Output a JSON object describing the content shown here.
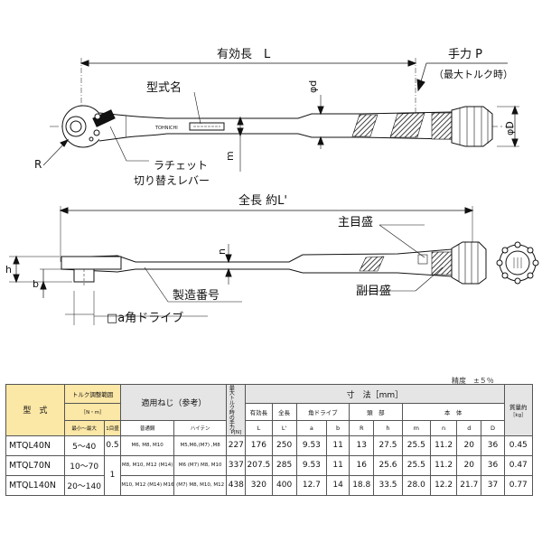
{
  "labels": {
    "effective_length": "有効長　L",
    "hand_force": "手力 P",
    "max_torque_note": "（最大トルク時）",
    "model_name": "型式名",
    "phi_d": "φd",
    "phi_D": "φD",
    "m": "m",
    "R": "R",
    "ratchet_lever_1": "ラチェット",
    "ratchet_lever_2": "切り替えレバー",
    "total_length": "全長 約L'",
    "n": "n",
    "main_scale": "主目盛",
    "sub_scale": "副目盛",
    "serial_number": "製造番号",
    "square_drive": "□a角ドライブ",
    "h": "h",
    "b": "b",
    "tool_marking": "TOHNICHI"
  },
  "precision": "精度　±５％",
  "table": {
    "headers": {
      "model": "型　式",
      "torque_range": "トルク調整範囲",
      "unit_nm": "［N・m］",
      "min_max": "最小～最大",
      "graduation": "1目盛",
      "applicable_thread": "適用ねじ（参考）",
      "normal_steel": "普通鋼",
      "high_tension": "ハイテン",
      "hand_force": "最大トルク時の手力",
      "hand_force_unit": "P[N]",
      "dimensions": "寸　法［mm］",
      "effective_length": "有効長",
      "total_length": "全長",
      "square_drive": "角ドライブ",
      "head": "頭　部",
      "body": "本　体",
      "mass": "質量約",
      "mass_unit": "［kg］",
      "col_L": "L",
      "col_Lp": "L'",
      "col_a": "a",
      "col_b": "b",
      "col_R": "R",
      "col_h": "h",
      "col_m": "m",
      "col_n": "n",
      "col_d": "d",
      "col_D": "D"
    },
    "rows": [
      {
        "model": "MTQL40N",
        "range": "5〜40",
        "grad": "0.5",
        "normal": "M6, M8, M10",
        "high": "M5,M6,(M7) ,M8",
        "P": "227",
        "L": "176",
        "Lp": "250",
        "a": "9.53",
        "b": "11",
        "R": "13",
        "h": "27.5",
        "m": "25.5",
        "n": "11.2",
        "d": "20",
        "D": "36",
        "mass": "0.45"
      },
      {
        "model": "MTQL70N",
        "range": "10〜70",
        "grad": "1",
        "normal": "M8, M10, M12 (M14)",
        "high": "M6 (M7) M8, M10",
        "P": "337",
        "L": "207.5",
        "Lp": "285",
        "a": "9.53",
        "b": "11",
        "R": "16",
        "h": "25.6",
        "m": "25.5",
        "n": "11.2",
        "d": "20",
        "D": "36",
        "mass": "0.47"
      },
      {
        "model": "MTQL140N",
        "range": "20〜140",
        "grad": "",
        "normal": "M10, M12 (M14) M16",
        "high": "(M7) M8, M10, M12",
        "P": "438",
        "L": "320",
        "Lp": "400",
        "a": "12.7",
        "b": "14",
        "R": "18.8",
        "h": "33.5",
        "m": "28.0",
        "n": "12.2",
        "d": "21.7",
        "D": "37",
        "mass": "0.77"
      }
    ]
  }
}
